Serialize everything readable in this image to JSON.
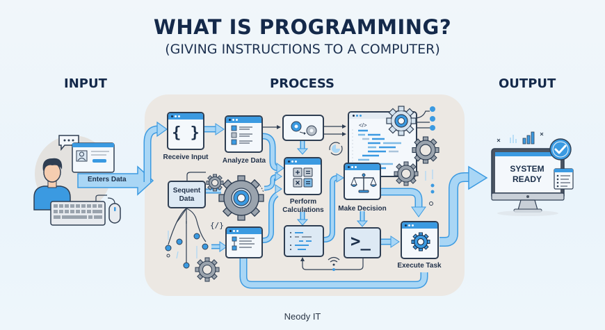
{
  "header": {
    "title": "WHAT IS PROGRAMMING?",
    "subtitle": "(GIVING INSTRUCTIONS TO A COMPUTER)"
  },
  "sections": {
    "input": "INPUT",
    "process": "PROCESS",
    "output": "OUTPUT"
  },
  "input": {
    "arrow_label": "Enters Data",
    "icons": [
      "user-icon",
      "chat-bubble-icon",
      "profile-card-icon",
      "keyboard-icon",
      "mouse-icon"
    ]
  },
  "process": {
    "steps": [
      {
        "label": "Receive Input",
        "icon": "curly-braces-icon"
      },
      {
        "label": "Analyze Data",
        "icon": "list-icon"
      },
      {
        "label": "Perform Calculations",
        "icon": "calculator-icon"
      },
      {
        "label": "Make Decision",
        "icon": "scale-icon"
      },
      {
        "label": "Execute Task",
        "icon": "gear-icon"
      }
    ],
    "sequent_data": "Sequent Data",
    "code_tag": "</>",
    "code_tag_small": "{/}",
    "terminal": ">_"
  },
  "output": {
    "screen_text_line1": "SYSTEM",
    "screen_text_line2": "READY",
    "icons": [
      "monitor-icon",
      "checkmark-badge-icon",
      "bar-chart-icon",
      "checklist-icon"
    ]
  },
  "footer": {
    "brand": "Neody IT"
  },
  "colors": {
    "navy": "#14294a",
    "accent_blue": "#3b9ae1",
    "light_blue": "#a9d6f5",
    "panel": "#ece8e3",
    "gear_gray": "#9aa3ad"
  }
}
